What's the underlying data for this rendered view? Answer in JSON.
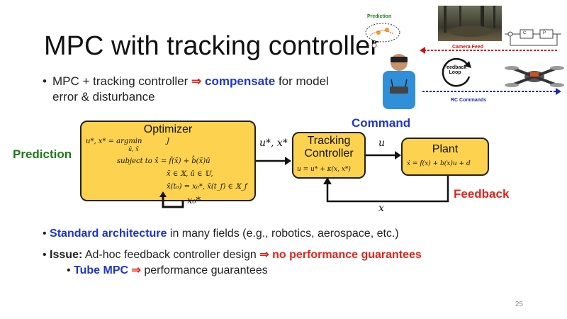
{
  "slide": {
    "title": "MPC with tracking controller",
    "page_number": "25"
  },
  "top_bullet": {
    "prefix": "MPC + tracking controller ",
    "arrow": "⇒",
    "highlight": "compensate",
    "suffix": " for model",
    "line2": "error & disturbance"
  },
  "diagram": {
    "prediction_label": "Prediction",
    "command_label": "Command",
    "feedback_label": "Feedback",
    "optimizer": {
      "title": "Optimizer",
      "line1_lhs": "u*, x* = argmin",
      "line1_sub": "ū, x̄",
      "line1_rhs": "J",
      "line2": "subject to  x̄̇ = f̂(x̄) + b̂(x̄)ū",
      "line3": "x̄ ∈ 𝕏,  ū ∈ 𝕌,",
      "line4": "x̄(t₀) = x₀*,  x̄(t_f) ∈ 𝕏_f"
    },
    "feedback_state": "x₀*",
    "edge_optimizer_to_tracking": "u*, x*",
    "tracking": {
      "title_line1": "Tracking",
      "title_line2": "Controller",
      "equation": "u = u* + κ(x, x*)"
    },
    "edge_tracking_to_plant": "u",
    "plant": {
      "title": "Plant",
      "equation": "ẋ = f(x) + b(x)u + d"
    },
    "edge_plant_to_tracking": "x"
  },
  "bottom_bullets": [
    {
      "bold": "Standard architecture",
      "rest": " in many fields (e.g., robotics, aerospace, etc.)"
    },
    {
      "bold": "Issue:",
      "rest": " Ad-hoc feedback controller design ",
      "arrow": "⇒",
      "red": "no performance guarantees"
    },
    {
      "bold": "Tube MPC",
      "arrow": "⇒",
      "rest": " performance guarantees"
    }
  ],
  "inset": {
    "prediction": "Prediction",
    "camera_feed": "Camera Feed",
    "feedback_loop_line1": "Feedback",
    "feedback_loop_line2": "Loop",
    "rc_commands": "RC Commands",
    "block_c": "C",
    "block_p": "P"
  },
  "colors": {
    "box_fill": "#fdd24f",
    "accent_blue": "#1f35c9",
    "accent_red": "#e0241b",
    "accent_green": "#1e7a18"
  }
}
